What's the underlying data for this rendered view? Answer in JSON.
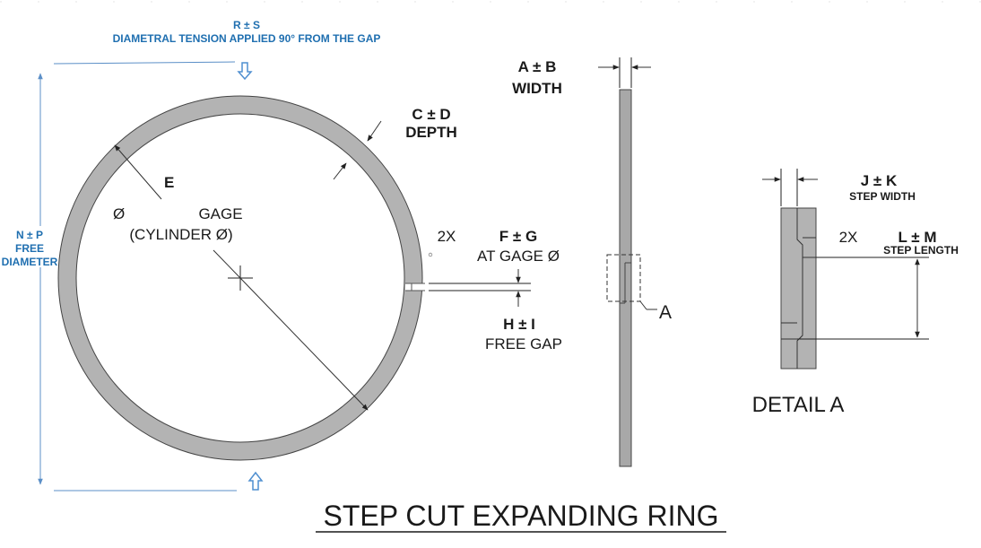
{
  "diagram": {
    "title": "STEP CUT EXPANDING RING",
    "labels": {
      "tension_code": "R  ±  S",
      "tension_desc": "DIAMETRAL TENSION APPLIED 90° FROM THE GAP",
      "diameter_code": "N  ±  P",
      "diameter_free": "FREE",
      "diameter_word": "DIAMETER",
      "e_label": "E",
      "phi_symbol": "Ø",
      "gage_word": "GAGE",
      "cylinder": "(CYLINDER Ø)",
      "depth_code": "C ± D",
      "depth_word": "DEPTH",
      "width_code": "A ± B",
      "width_word": "WIDTH",
      "two_x_left": "2X",
      "gap_gage_code": "F ± G",
      "gap_gage_desc": "AT GAGE Ø",
      "free_gap_code": "H ±  I",
      "free_gap_desc": "FREE GAP",
      "detail_ref": "A",
      "step_width_code": "J ± K",
      "step_width_desc": "STEP WIDTH",
      "two_x_right": "2X",
      "step_length_code": "L  ± M",
      "step_length_desc": "STEP LENGTH",
      "detail_title": "DETAIL A"
    },
    "colors": {
      "ring_fill": "#b3b3b3",
      "ring_stroke": "#444444",
      "blue_text": "#1f6fb0",
      "blue_arrow": "#4f8fd0"
    }
  }
}
